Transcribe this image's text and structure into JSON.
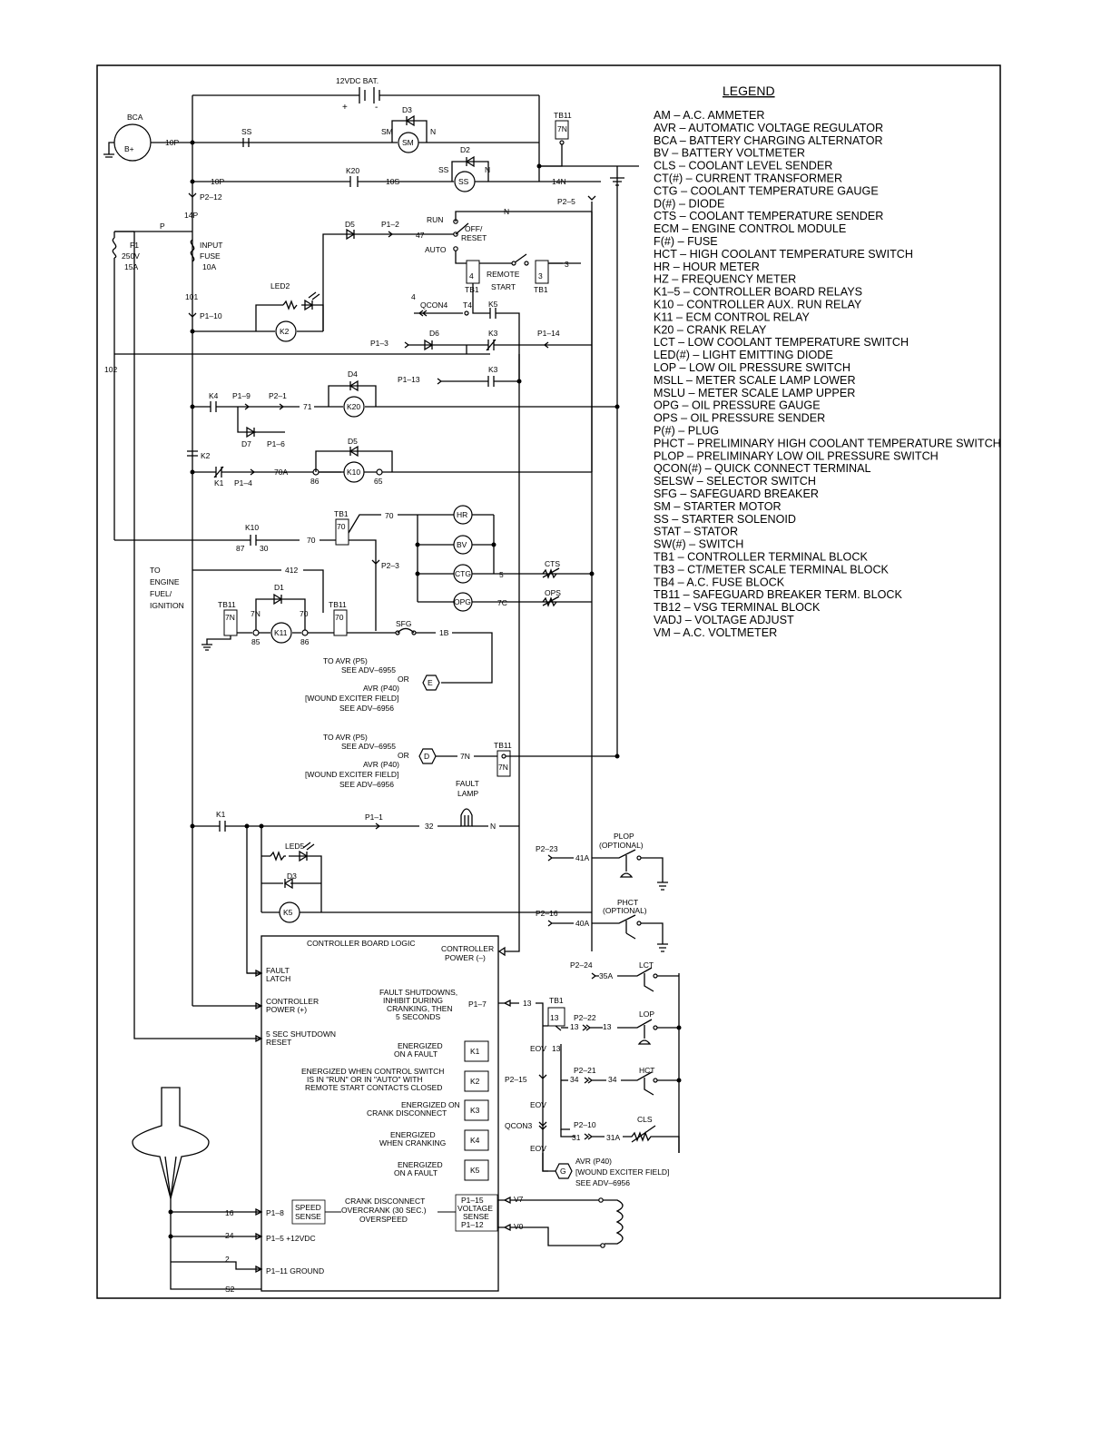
{
  "legend": {
    "title": "LEGEND",
    "items": [
      "AM – A.C. AMMETER",
      "AVR – AUTOMATIC VOLTAGE REGULATOR",
      "BCA – BATTERY CHARGING ALTERNATOR",
      "BV – BATTERY VOLTMETER",
      "CLS – COOLANT LEVEL SENDER",
      "CT(#) – CURRENT TRANSFORMER",
      "CTG – COOLANT TEMPERATURE GAUGE",
      "D(#) – DIODE",
      "CTS – COOLANT TEMPERATURE SENDER",
      "ECM – ENGINE CONTROL MODULE",
      "F(#) – FUSE",
      "HCT – HIGH COOLANT TEMPERATURE SWITCH",
      "HR – HOUR METER",
      "HZ – FREQUENCY METER",
      "K1–5 – CONTROLLER BOARD RELAYS",
      "K10 – CONTROLLER AUX. RUN RELAY",
      "K11 – ECM CONTROL RELAY",
      "K20 – CRANK RELAY",
      "LCT – LOW COOLANT TEMPERATURE SWITCH",
      "LED(#) – LIGHT EMITTING DIODE",
      "LOP – LOW OIL PRESSURE SWITCH",
      "MSLL – METER SCALE LAMP LOWER",
      "MSLU – METER SCALE LAMP UPPER",
      "OPG – OIL PRESSURE GAUGE",
      "OPS – OIL PRESSURE SENDER",
      "P(#) – PLUG",
      "PHCT – PRELIMINARY HIGH COOLANT TEMPERATURE SWITCH",
      "PLOP – PRELIMINARY LOW OIL PRESSURE SWITCH",
      "QCON(#) – QUICK CONNECT TERMINAL",
      "SELSW – SELECTOR SWITCH",
      "SFG – SAFEGUARD BREAKER",
      "SM – STARTER MOTOR",
      "SS – STARTER SOLENOID",
      "STAT – STATOR",
      "SW(#) – SWITCH",
      "TB1 – CONTROLLER TERMINAL BLOCK",
      "TB3 – CT/METER SCALE TERMINAL BLOCK",
      "TB4 – A.C. FUSE BLOCK",
      "TB11 – SAFEGUARD BREAKER TERM. BLOCK",
      "TB12 – VSG TERMINAL BLOCK",
      "VADJ – VOLTAGE ADJUST",
      "VM – A.C. VOLTMETER"
    ]
  },
  "components": {
    "battery": "12VDC BAT.",
    "bat_plus": "+",
    "bat_minus": "-",
    "bca": "BCA",
    "bca_b": "B+",
    "sm": "SM",
    "ss": "SS",
    "k20": "K20",
    "k2": "K2",
    "k10": "K10",
    "k11": "K11",
    "k5": "K5",
    "k3": "K3",
    "k4": "K4",
    "k1": "K1",
    "hr": "HR",
    "bv": "BV",
    "ctg": "CTG",
    "opg": "OPG",
    "e": "E",
    "d": "D",
    "g": "G",
    "tb1": "TB1",
    "tb11": "TB11",
    "n7": "7N",
    "t70": "70",
    "t4": "4",
    "t3": "3",
    "t13": "13",
    "d3": "D3",
    "d2": "D2",
    "d4": "D4",
    "d5": "D5",
    "d6": "D6",
    "d7": "D7",
    "d1": "D1",
    "led2": "LED2",
    "led5": "LED5",
    "f1": "F1",
    "f1_v": "250V",
    "f1_a": "15A",
    "input": "INPUT",
    "fuse": "FUSE",
    "fuse_a": "10A",
    "run": "RUN",
    "off": "OFF/",
    "reset": "RESET",
    "auto": "AUTO",
    "remote": "REMOTE",
    "start": "START",
    "qcon4": "QCON4",
    "t4b": "T4",
    "sfg": "SFG",
    "cts": "CTS",
    "ops": "OPS",
    "fault": "FAULT",
    "lamp": "LAMP",
    "plop": "PLOP",
    "phct": "PHCT",
    "optional": "(OPTIONAL)",
    "lct": "LCT",
    "lop": "LOP",
    "hct": "HCT",
    "cls": "CLS",
    "eov": "EOV",
    "qcon3": "QCON3",
    "v7": "V7",
    "v0": "V0",
    "n": "N",
    "s2": "S2"
  },
  "wires": {
    "w10p": "10P",
    "w14n": "14N",
    "w10s": "10S",
    "w14p": "14P",
    "wp": "P",
    "w101": "101",
    "w102": "102",
    "w47": "47",
    "w71": "71",
    "w70a": "70A",
    "w70": "70",
    "w412": "412",
    "w5": "5",
    "w7c": "7C",
    "w1b": "1B",
    "w32": "32",
    "w41a": "41A",
    "w40a": "40A",
    "w35a": "35A",
    "w13": "13",
    "w34": "34",
    "w31": "31",
    "w31a": "31A",
    "w16": "16",
    "w24": "24",
    "w2": "2",
    "w87": "87",
    "w30": "30",
    "w86": "86",
    "w85": "85",
    "w65": "65"
  },
  "plugs": {
    "p2_12": "P2–12",
    "p1_10": "P1–10",
    "p2_5": "P2–5",
    "p1_2": "P1–2",
    "p1_3": "P1–3",
    "p1_14": "P1–14",
    "p1_13": "P1–13",
    "p1_9": "P1–9",
    "p2_1": "P2–1",
    "p1_6": "P1–6",
    "p1_4": "P1–4",
    "p2_3": "P2–3",
    "p1_1": "P1–1",
    "p2_23": "P2–23",
    "p2_16": "P2–16",
    "p2_24": "P2–24",
    "p2_22": "P2–22",
    "p2_21": "P2–21",
    "p2_15": "P2–15",
    "p2_10": "P2–10",
    "p1_7": "P1–7"
  },
  "notes": {
    "to_engine_1": "TO",
    "to_engine_2": "ENGINE",
    "to_engine_3": "FUEL/",
    "to_engine_4": "IGNITION",
    "avr_e_1": "TO AVR (P5)",
    "avr_e_2": "SEE ADV–6955",
    "avr_e_3": "OR",
    "avr_e_4": "AVR (P40)",
    "avr_e_5": "[WOUND EXCITER FIELD]",
    "avr_e_6": "SEE ADV–6956",
    "avr_g_1": "AVR (P40)",
    "avr_g_2": "[WOUND EXCITER FIELD]",
    "avr_g_3": "SEE ADV–6956"
  },
  "board": {
    "title": "CONTROLLER BOARD LOGIC",
    "ctrl_power_neg_1": "CONTROLLER",
    "ctrl_power_neg_2": "POWER (–)",
    "fault_latch_1": "FAULT",
    "fault_latch_2": "LATCH",
    "ctrl_power_pos_1": "CONTROLLER",
    "ctrl_power_pos_2": "POWER (+)",
    "shutdown_1": "5 SEC SHUTDOWN",
    "shutdown_2": "RESET",
    "fs_1": "FAULT SHUTDOWNS,",
    "fs_2": "INHIBIT DURING",
    "fs_3": "CRANKING, THEN",
    "fs_4": "5 SECONDS",
    "k1_1": "ENERGIZED",
    "k1_2": "ON A FAULT",
    "k2_1": "ENERGIZED WHEN CONTROL SWITCH",
    "k2_2": "IS IN \"RUN\" OR IN \"AUTO\" WITH",
    "k2_3": "REMOTE START CONTACTS CLOSED",
    "k3_1": "ENERGIZED ON",
    "k3_2": "CRANK DISCONNECT",
    "k4_1": "ENERGIZED",
    "k4_2": "WHEN CRANKING",
    "k5_1": "ENERGIZED",
    "k5_2": "ON A FAULT",
    "p1_8": "P1–8",
    "speed_1": "SPEED",
    "speed_2": "SENSE",
    "cd_1": "CRANK DISCONNECT",
    "cd_2": "OVERCRANK (30 SEC.)",
    "cd_3": "OVERSPEED",
    "p1_15": "P1–15",
    "vs_1": "VOLTAGE",
    "vs_2": "SENSE",
    "p1_12": "P1–12",
    "p1_5": "P1–5 +12VDC",
    "p1_11": "P1–11 GROUND"
  }
}
